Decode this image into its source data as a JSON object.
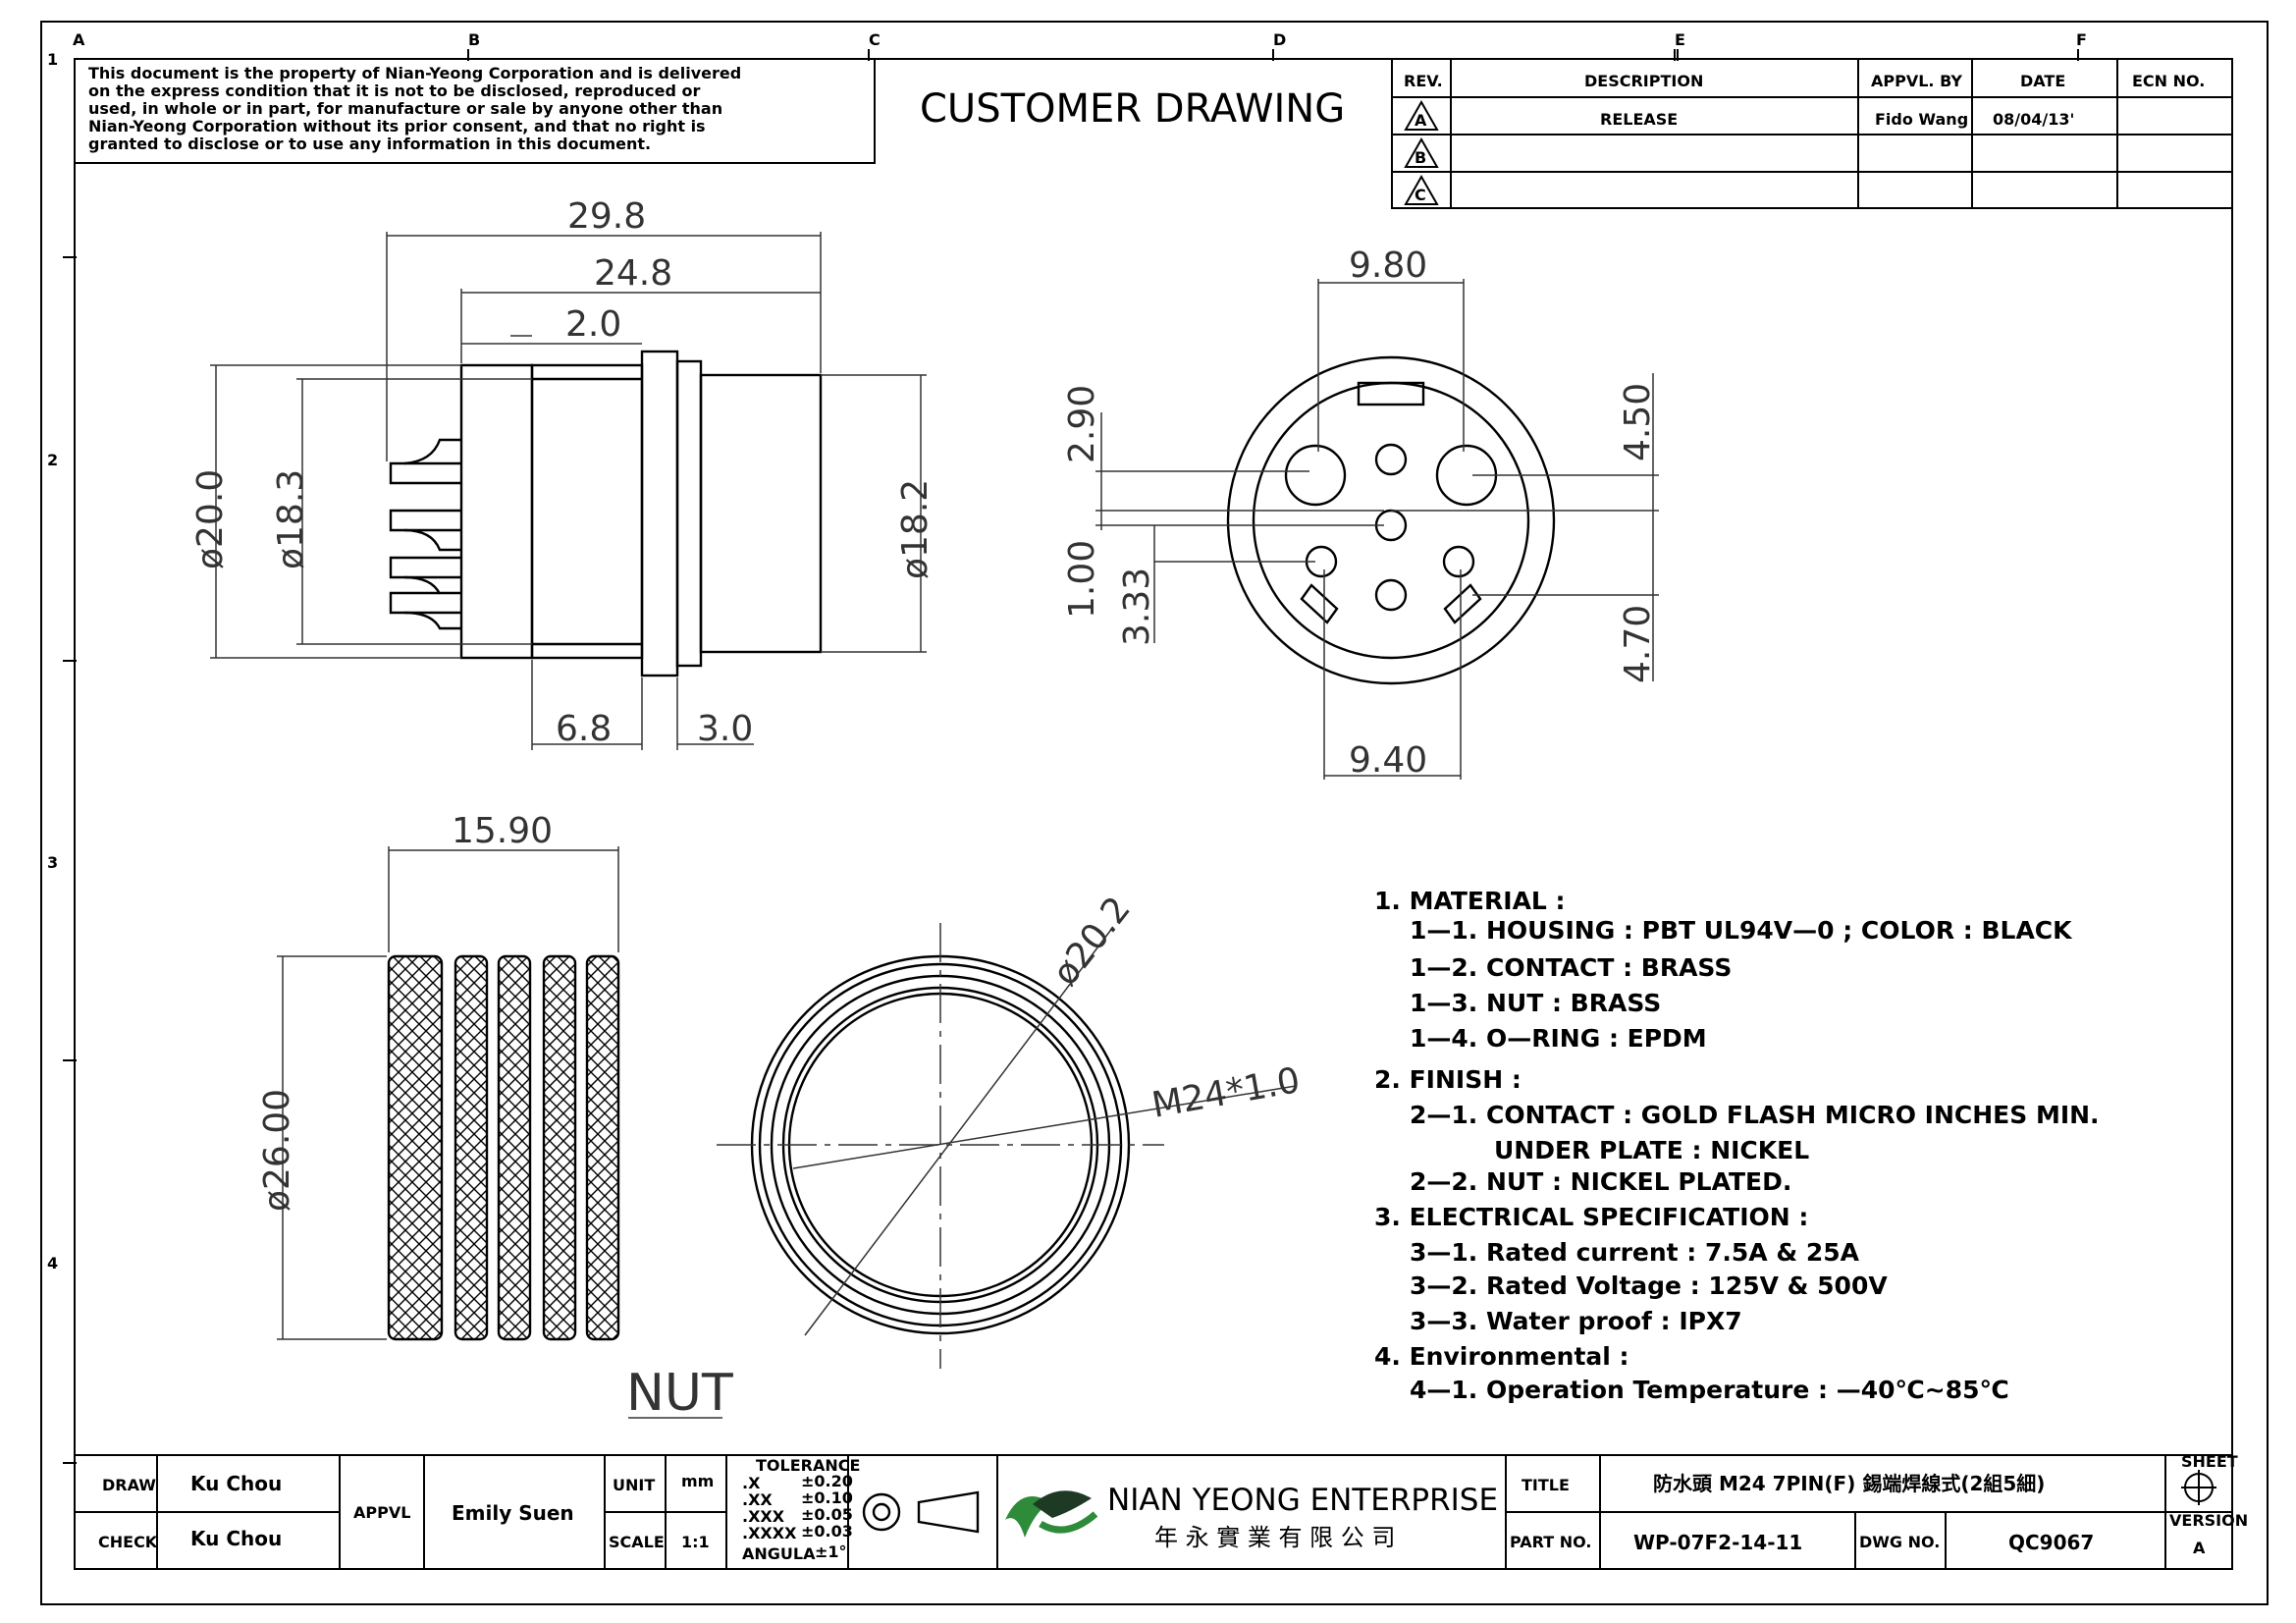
{
  "zones": {
    "columns": [
      "A",
      "B",
      "C",
      "D",
      "E",
      "F"
    ],
    "rows": [
      "1",
      "2",
      "3",
      "4"
    ]
  },
  "disclaimer": [
    "This document is the property of Nian-Yeong Corporation and is delivered",
    "on  the  express condition that it is not to be disclosed, reproduced or",
    "used, in whole or in part, for manufacture or sale by anyone other than",
    "Nian-Yeong Corporation without  its prior consent, and that  no right  is",
    "granted to disclose or to use any information in this  document."
  ],
  "drawing_title": "CUSTOMER  DRAWING",
  "revision_table": {
    "headers": [
      "REV.",
      "DESCRIPTION",
      "APPVL. BY",
      "DATE",
      "ECN NO."
    ],
    "rows": [
      {
        "rev": "A",
        "description": "RELEASE",
        "approved_by": "Fido Wang",
        "date": "08/04/13'",
        "ecn": ""
      },
      {
        "rev": "B",
        "description": "",
        "approved_by": "",
        "date": "",
        "ecn": ""
      },
      {
        "rev": "C",
        "description": "",
        "approved_by": "",
        "date": "",
        "ecn": ""
      }
    ]
  },
  "side_view": {
    "dims": {
      "overall": "29.8",
      "body": "24.8",
      "flange": "2.0",
      "dia_flange": "ø20.0",
      "dia_inner": "ø18.3",
      "dia_front": "ø18.2",
      "seg1": "6.8",
      "seg2": "3.0"
    }
  },
  "front_view": {
    "dims": {
      "top_width": "9.80",
      "bottom_width": "9.40",
      "left1": "2.90",
      "left2": "1.00",
      "left3": "3.33",
      "right1": "4.50",
      "right2": "4.70"
    }
  },
  "nut_view": {
    "dims": {
      "width": "15.90",
      "diameter": "ø26.00"
    },
    "label": "NUT"
  },
  "nut_front": {
    "dims": {
      "diameter": "ø20.2",
      "thread": "M24*1.0"
    }
  },
  "notes": [
    "1.  MATERIAL  :",
    "1—1.  HOUSING  :  PBT  UL94V—0  ;  COLOR  :  BLACK",
    "1—2.  CONTACT  :  BRASS",
    "1—3.  NUT  :  BRASS",
    "1—4.  O—RING  :  EPDM",
    "2.  FINISH  :",
    "2—1.  CONTACT  :  GOLD  FLASH  MICRO  INCHES  MIN.",
    "UNDER  PLATE  :  NICKEL",
    "2—2.  NUT  :  NICKEL  PLATED.",
    "3.  ELECTRICAL  SPECIFICATION  :",
    "3—1.  Rated  current  :  7.5A  &  25A",
    "3—2.  Rated  Voltage  :  125V  &  500V",
    "3—3.  Water  proof  :  IPX7",
    "4.  Environmental  :",
    "4—1.  Operation  Temperature  :  —40℃~85℃"
  ],
  "title_block": {
    "draw_label": "DRAW",
    "draw_value": "Ku Chou",
    "check_label": "CHECK",
    "check_value": "Ku Chou",
    "appvl_label": "APPVL",
    "appvl_value": "Emily Suen",
    "unit_label": "UNIT",
    "unit_value": "mm",
    "scale_label": "SCALE",
    "scale_value": "1:1",
    "tolerance_title": "TOLERANCE",
    "tolerance_rows": [
      {
        "k": ".X",
        "v": "±0.20"
      },
      {
        "k": ".XX",
        "v": "±0.10"
      },
      {
        "k": ".XXX",
        "v": "±0.05"
      },
      {
        "k": ".XXXX",
        "v": "±0.03"
      },
      {
        "k": "ANGULA",
        "v": "±1°"
      }
    ],
    "company_name": "NIAN YEONG ENTERPRISE",
    "company_chinese": "年 永 實 業 有 限 公 司",
    "title_label": "TITLE",
    "title_value": "防水頭  M24  7PIN(F)  錫端焊線式(2組5細)",
    "part_no_label": "PART NO.",
    "part_no_value": "WP-07F2-14-11",
    "dwg_no_label": "DWG NO.",
    "dwg_no_value": "QC9067",
    "sheet_label": "SHEET",
    "version_label": "VERSION",
    "version_value": "A"
  },
  "colors": {
    "line": "#000000",
    "dim": "#333333",
    "logo_green": "#2e8b3a",
    "logo_dark": "#1f3a24"
  }
}
